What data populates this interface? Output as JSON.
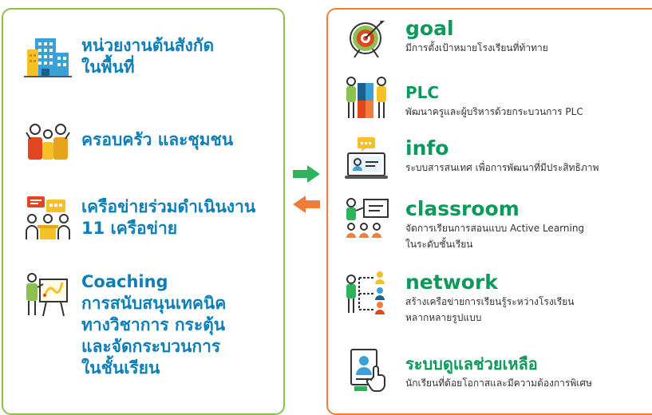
{
  "colors": {
    "left_border": "#8cc152",
    "right_border": "#f07d3a",
    "left_text": "#0d7fb8",
    "right_title": "#0a9a5a",
    "arrow_right": "#2bb45c",
    "arrow_left": "#f07d3a"
  },
  "left": {
    "items": [
      {
        "label": "หน่วยงานต้นสังกัด\nในพื้นที่",
        "icon": "building-icon"
      },
      {
        "label": "ครอบครัว และชุมชน",
        "icon": "family-icon"
      },
      {
        "label": "เครือข่ายร่วมดำเนินงาน\n11 เครือข่าย",
        "icon": "network-meeting-icon"
      },
      {
        "label": "Coaching\nการสนับสนุนเทคนิค\nทางวิชาการ กระตุ้น\nและจัดกระบวนการ\nในชั้นเรียน",
        "icon": "coaching-icon"
      }
    ]
  },
  "arrows": [
    {
      "direction": "right",
      "icon": "arrow-right-icon"
    },
    {
      "direction": "left",
      "icon": "arrow-left-icon"
    }
  ],
  "right": {
    "items": [
      {
        "title": "goal",
        "desc": "มีการตั้งเป้าหมายโรงเรียนที่ท้าทาย",
        "icon": "target-icon"
      },
      {
        "title": "PLC",
        "desc": "พัฒนาครูและผู้บริหารด้วยกระบวนการ PLC",
        "icon": "plc-icon"
      },
      {
        "title": "info",
        "desc": "ระบบสารสนเทศ เพื่อการพัฒนาที่มีประสิทธิภาพ",
        "icon": "info-laptop-icon"
      },
      {
        "title": "classroom",
        "desc": "จัดการเรียนการสอนแบบ Active Learning\nในระดับชั้นเรียน",
        "icon": "classroom-icon"
      },
      {
        "title": "network",
        "desc": "สร้างเครือข่ายการเรียนรู้ระหว่างโรงเรียน\nหลากหลายรูปแบบ",
        "icon": "network-people-icon"
      },
      {
        "title": "ระบบดูแลช่วยเหลือ",
        "desc": "นักเรียนที่ด้อยโอกาสและมีความต้องการพิเศษ",
        "icon": "student-care-icon"
      }
    ]
  }
}
